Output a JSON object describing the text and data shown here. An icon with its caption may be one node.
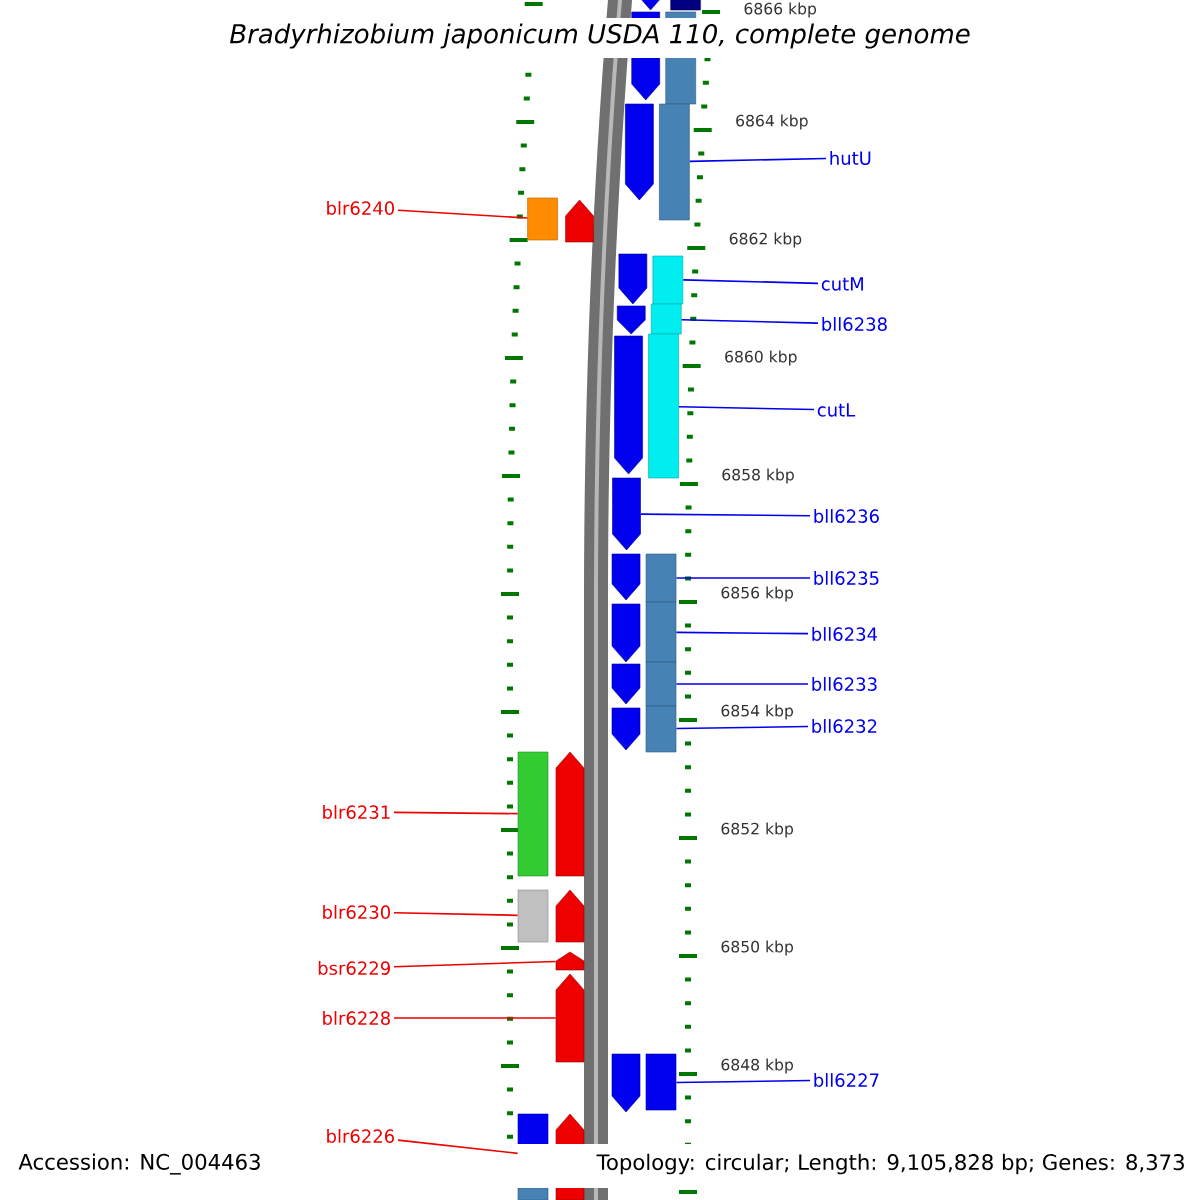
{
  "diagram": {
    "title": "Bradyrhizobium japonicum USDA 110, complete genome",
    "nodes": [
      {
        "text": [],
        "shape": "bar"
      },
      {
        "text": [],
        "shape": "bar"
      },
      {
        "text": [
          "hutU"
        ]
      },
      {
        "text": [],
        "shape": "bar"
      },
      {
        "text": [
          "blr6240"
        ]
      },
      {
        "text": [],
        "shape": "bar"
      },
      {
        "text": [
          "cutM"
        ]
      },
      {
        "text": [],
        "shape": "bar"
      },
      {
        "text": [
          "bll6238"
        ]
      },
      {
        "text": [],
        "shape": "bar"
      },
      {
        "text": [
          "cutL"
        ]
      },
      {
        "text": [],
        "shape": "bar"
      },
      {
        "text": [
          "bll6236"
        ]
      },
      {
        "text": [],
        "shape": "bar"
      },
      {
        "text": [
          "bll6235"
        ]
      },
      {
        "text": [],
        "shape": "bar"
      },
      {
        "text": [
          "bll6234"
        ]
      },
      {
        "text": [],
        "shape": "bar"
      },
      {
        "text": [
          "bll6233"
        ]
      },
      {
        "text": [],
        "shape": "bar"
      },
      {
        "text": [
          "bll6232"
        ]
      },
      {
        "text": [],
        "shape": "bar"
      },
      {
        "text": [
          "blr6231"
        ]
      },
      {
        "text": [],
        "shape": "bar"
      },
      {
        "text": [
          "blr6230"
        ]
      },
      {
        "text": [],
        "shape": "bar"
      },
      {
        "text": [
          "bsr6229"
        ]
      },
      {
        "text": [],
        "shape": "bar"
      },
      {
        "text": [
          "blr6228"
        ]
      },
      {
        "text": [],
        "shape": "bar"
      },
      {
        "text": [
          "bll6227"
        ]
      },
      {
        "text": [],
        "shape": "bar"
      },
      {
        "text": [
          "blr6226"
        ]
      },
      {
        "text": [],
        "shape": "bar"
      }
    ],
    "edges": [
      {
        "from": 2,
        "to": 3,
        "arrow": "none"
      },
      {
        "from": 4,
        "to": 5,
        "arrow": "none",
        "color": "#ee0000"
      },
      {
        "from": 6,
        "to": 7,
        "arrow": "none"
      },
      {
        "from": 8,
        "to": 9,
        "arrow": "none"
      },
      {
        "from": 10,
        "to": 11,
        "arrow": "none"
      },
      {
        "from": 12,
        "to": 13,
        "arrow": "none"
      },
      {
        "from": 14,
        "to": 15,
        "arrow": "none"
      },
      {
        "from": 16,
        "to": 17,
        "arrow": "none"
      },
      {
        "from": 18,
        "to": 19,
        "arrow": "none"
      },
      {
        "from": 20,
        "to": 21,
        "arrow": "none"
      },
      {
        "from": 22,
        "to": 23,
        "arrow": "none",
        "color": "#ee0000"
      },
      {
        "from": 24,
        "to": 25,
        "arrow": "none",
        "color": "#ee0000"
      },
      {
        "from": 26,
        "to": 27,
        "arrow": "none",
        "color": "#ee0000"
      },
      {
        "from": 28,
        "to": 29,
        "arrow": "none",
        "color": "#ee0000"
      },
      {
        "from": 30,
        "to": 31,
        "arrow": "none"
      },
      {
        "from": 32,
        "to": 33,
        "arrow": "none",
        "color": "#ee0000"
      }
    ],
    "labels": [
      "6866 kbp",
      "6864 kbp",
      "6862 kbp",
      "6860 kbp",
      "6858 kbp",
      "6856 kbp",
      "6854 kbp",
      "6852 kbp",
      "6850 kbp",
      "6848 kbp",
      "Accession: NC_004463",
      "Topology: circular; Length: 9,105,828 bp; Genes: 8,373"
    ]
  }
}
